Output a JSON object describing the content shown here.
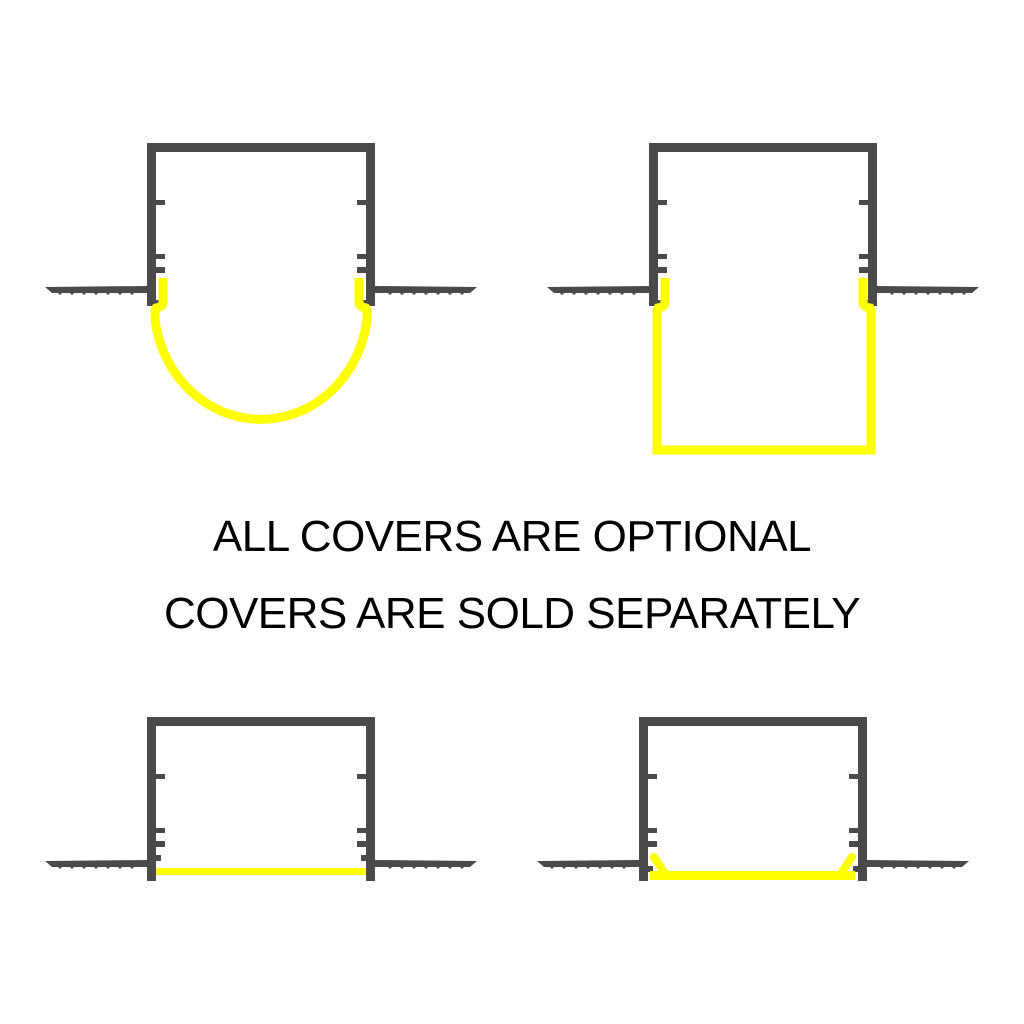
{
  "caption": {
    "line1": "ALL COVERS ARE OPTIONAL",
    "line2": "COVERS ARE SOLD SEPARATELY"
  },
  "colors": {
    "profile": "#4a4a4a",
    "cover": "#ffff00",
    "background": "#ffffff",
    "text": "#000000"
  },
  "diagrams": [
    {
      "position": "top-left",
      "cover_type": "round-dome"
    },
    {
      "position": "top-right",
      "cover_type": "square-deep"
    },
    {
      "position": "bottom-left",
      "cover_type": "flat-flush"
    },
    {
      "position": "bottom-right",
      "cover_type": "recessed-flat"
    }
  ]
}
